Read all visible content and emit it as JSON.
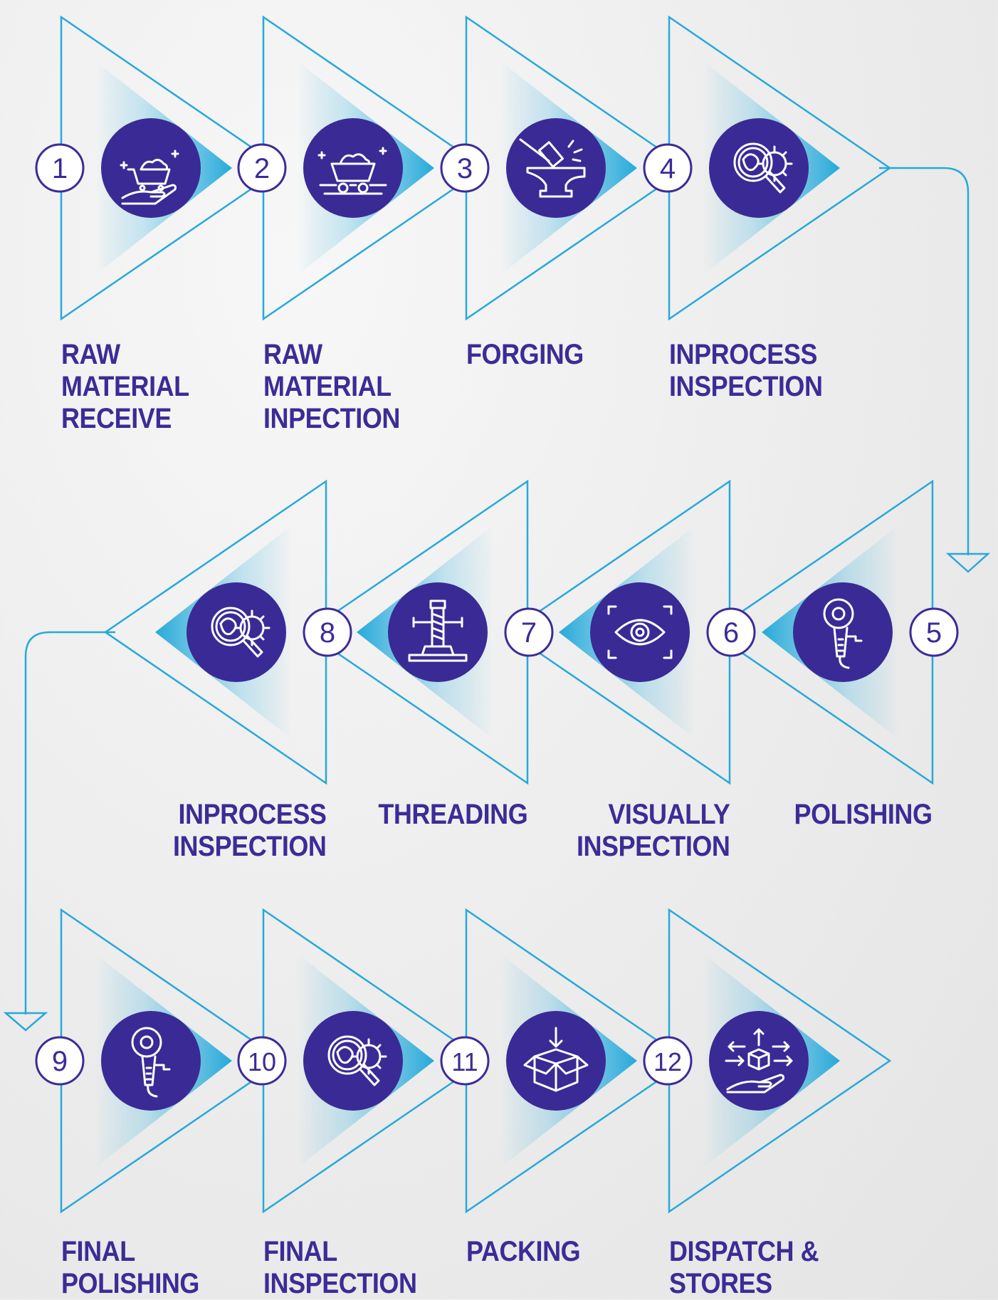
{
  "colors": {
    "navy": "#3b2c97",
    "circle": "#3a2a95",
    "accent": "#1aa6d9",
    "line": "#27a9da",
    "background": "#ebebeb"
  },
  "steps": [
    {
      "number": "1",
      "lines": [
        "RAW",
        "MATERIAL",
        "RECEIVE"
      ],
      "icon": "hand-cart-icon"
    },
    {
      "number": "2",
      "lines": [
        "RAW",
        "MATERIAL",
        "INPECTION"
      ],
      "icon": "mine-cart-icon"
    },
    {
      "number": "3",
      "lines": [
        "FORGING"
      ],
      "icon": "anvil-hammer-icon"
    },
    {
      "number": "4",
      "lines": [
        "INPROCESS",
        "INSPECTION"
      ],
      "icon": "magnifier-gear-icon"
    },
    {
      "number": "5",
      "lines": [
        "POLISHING"
      ],
      "icon": "polisher-icon"
    },
    {
      "number": "6",
      "lines": [
        "VISUALLY",
        "INSPECTION"
      ],
      "icon": "eye-scan-icon"
    },
    {
      "number": "7",
      "lines": [
        "THREADING"
      ],
      "icon": "threading-machine-icon"
    },
    {
      "number": "8",
      "lines": [
        "INPROCESS",
        "INSPECTION"
      ],
      "icon": "magnifier-gear-icon"
    },
    {
      "number": "9",
      "lines": [
        "FINAL",
        "POLISHING"
      ],
      "icon": "polisher-icon"
    },
    {
      "number": "10",
      "lines": [
        "FINAL",
        "INSPECTION"
      ],
      "icon": "magnifier-gear-icon"
    },
    {
      "number": "11",
      "lines": [
        "PACKING"
      ],
      "icon": "open-box-icon"
    },
    {
      "number": "12",
      "lines": [
        "DISPATCH &",
        "STORES"
      ],
      "icon": "hand-box-arrows-icon"
    }
  ]
}
